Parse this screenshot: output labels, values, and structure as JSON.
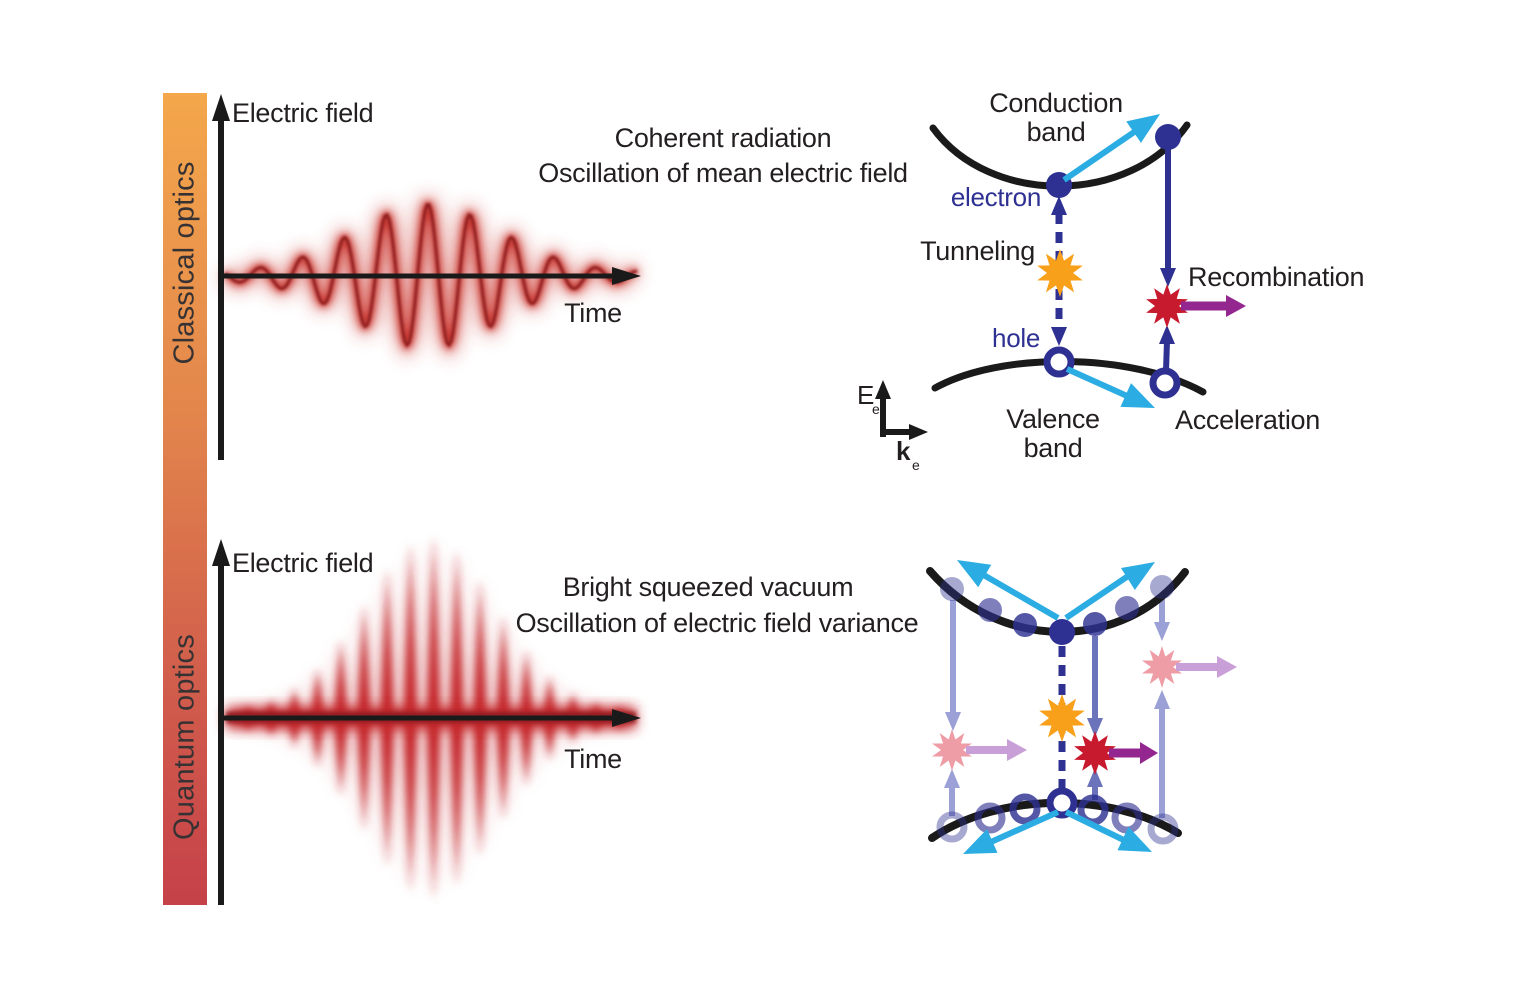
{
  "sidebar": {
    "classical_label": "Classical optics",
    "quantum_label": "Quantum optics",
    "gradient_top_color": "#F4A74B",
    "gradient_bottom_color": "#C64149"
  },
  "classical_panel": {
    "field_axis_label": "Electric field",
    "time_axis_label": "Time",
    "caption_line1": "Coherent radiation",
    "caption_line2": "Oscillation of mean electric field"
  },
  "quantum_panel": {
    "field_axis_label": "Electric field",
    "time_axis_label": "Time",
    "caption_line1": "Bright squeezed vacuum",
    "caption_line2": "Oscillation of electric field variance"
  },
  "band_diagram": {
    "conduction_band_label_line1": "Conduction",
    "conduction_band_label_line2": "band",
    "valence_band_label_line1": "Valence",
    "valence_band_label_line2": "band",
    "electron_label": "electron",
    "hole_label": "hole",
    "tunneling_label": "Tunneling",
    "recombination_label": "Recombination",
    "acceleration_label": "Acceleration",
    "energy_axis": {
      "symbol": "E",
      "subscript": "e"
    },
    "momentum_axis": {
      "symbol": "k",
      "subscript": "e"
    }
  },
  "colors": {
    "ink": "#231F20",
    "band_curve": "#1A1A1A",
    "electron_navy": "#2E3192",
    "cyan_arrow": "#2BACE2",
    "tunneling_orange": "#F9A01B",
    "recombination_red": "#C81A2E",
    "recombination_magenta": "#94278F",
    "faded_pink_star": "#EE9CA5",
    "faded_pink_arrow": "#C99FD8",
    "faded_lavender_line": "#9BA0D6",
    "mid_slate_line": "#6B74BB",
    "wave_red": "#C9302C"
  }
}
